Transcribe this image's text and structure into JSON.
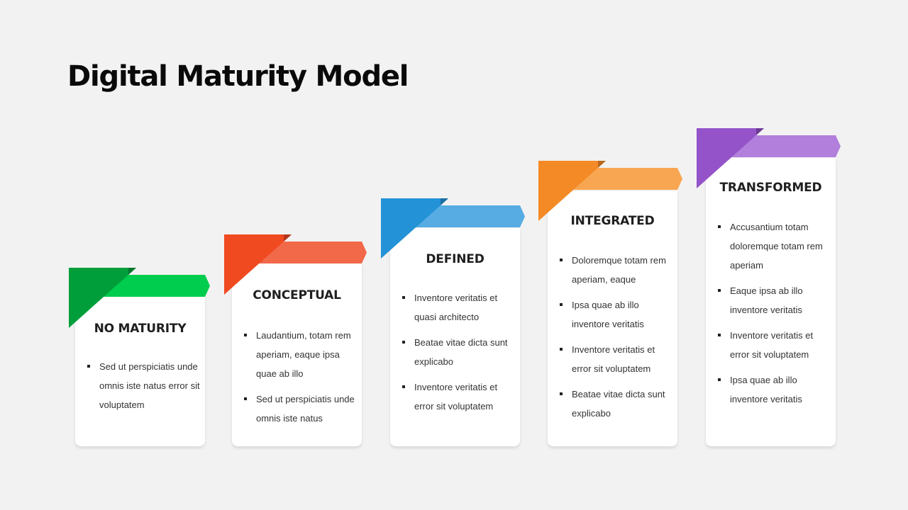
{
  "title": "Digital Maturity Model",
  "stages": [
    {
      "heading": "NO MATURITY",
      "colors": {
        "dark": "#009e3a",
        "light": "#00cc4e",
        "shade": "#00772c"
      },
      "bullets": [
        "Sed ut perspiciatis unde omnis iste natus error sit voluptatem"
      ]
    },
    {
      "heading": "CONCEPTUAL",
      "colors": {
        "dark": "#f04a20",
        "light": "#f2694a",
        "shade": "#b5361a"
      },
      "bullets": [
        "Laudantium, totam rem aperiam, eaque ipsa quae ab illo",
        "Sed ut perspiciatis unde omnis iste natus"
      ]
    },
    {
      "heading": "DEFINED",
      "colors": {
        "dark": "#2392d6",
        "light": "#56ace3",
        "shade": "#1a6ea3"
      },
      "bullets": [
        "Inventore veritatis et quasi architecto",
        "Beatae vitae dicta sunt explicabo",
        "Inventore veritatis et error sit voluptatem"
      ]
    },
    {
      "heading": "INTEGRATED",
      "colors": {
        "dark": "#f38a26",
        "light": "#f8a652",
        "shade": "#b8661b"
      },
      "bullets": [
        "Doloremque totam rem aperiam, eaque",
        "Ipsa quae ab illo inventore veritatis",
        "Inventore veritatis et error sit voluptatem",
        "Beatae vitae dicta sunt explicabo"
      ]
    },
    {
      "heading": "TRANSFORMED",
      "colors": {
        "dark": "#9453c8",
        "light": "#b27fdc",
        "shade": "#6d3a96"
      },
      "bullets": [
        "Accusantium totam doloremque totam rem aperiam",
        "Eaque ipsa ab illo inventore veritatis",
        "Inventore veritatis et error sit voluptatem",
        "Ipsa quae ab illo inventore veritatis"
      ]
    }
  ]
}
